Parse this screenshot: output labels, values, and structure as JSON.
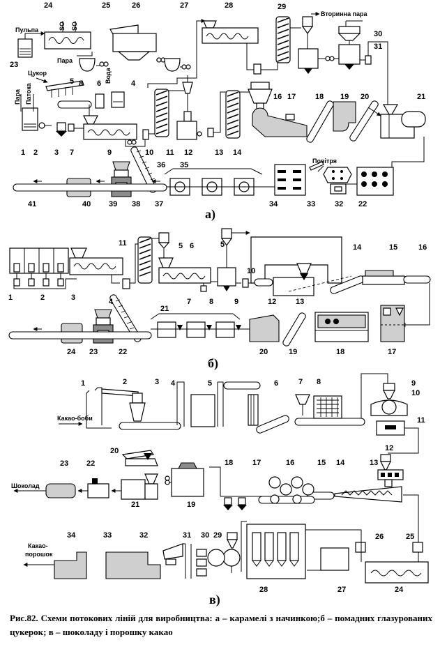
{
  "panels": {
    "a": {
      "letter": "а)"
    },
    "b": {
      "letter": "б)"
    },
    "c": {
      "letter": "в)"
    }
  },
  "labels_a": {
    "pulp": "Пульпа",
    "steam_top": "Пара",
    "so2_1": "SO",
    "so2_2": "SO",
    "sugar": "Цукор",
    "steam_left": "Пара",
    "molasses": "Патока",
    "water": "Вода",
    "secondary_steam": "Вторинна пара",
    "air": "Повітря"
  },
  "labels_c": {
    "cocoa_beans": "Какао-боби",
    "chocolate": "Шоколад",
    "cocoa_powder_1": "Какао-",
    "cocoa_powder_2": "порошок"
  },
  "numbers_a": {
    "n1": "1",
    "n2": "2",
    "n3": "3",
    "n4": "4",
    "n5": "5",
    "n6": "6",
    "n7": "7",
    "n8": "8",
    "n9": "9",
    "n10": "10",
    "n11": "11",
    "n12": "12",
    "n13": "13",
    "n14": "14",
    "n16": "16",
    "n17": "17",
    "n18": "18",
    "n19": "19",
    "n20": "20",
    "n21": "21",
    "n22": "22",
    "n23": "23",
    "n24": "24",
    "n25": "25",
    "n26": "26",
    "n27": "27",
    "n28": "28",
    "n29": "29",
    "n30": "30",
    "n31": "31",
    "n32": "32",
    "n33": "33",
    "n34": "34",
    "n35": "35",
    "n36": "36",
    "n37": "37",
    "n38": "38",
    "n39": "39",
    "n40": "40",
    "n41": "41"
  },
  "numbers_b": {
    "n1": "1",
    "n2": "2",
    "n3": "3",
    "n4": "4",
    "n5a": "5",
    "n5b": "5",
    "n6": "6",
    "n7": "7",
    "n8": "8",
    "n9": "9",
    "n10": "10",
    "n11": "11",
    "n12": "12",
    "n13": "13",
    "n14": "14",
    "n15": "15",
    "n16": "16",
    "n17": "17",
    "n18": "18",
    "n19": "19",
    "n20": "20",
    "n21": "21",
    "n22": "22",
    "n23": "23",
    "n24": "24"
  },
  "numbers_c": {
    "n1": "1",
    "n2": "2",
    "n3": "3",
    "n4": "4",
    "n5": "5",
    "n6": "6",
    "n7": "7",
    "n8": "8",
    "n9": "9",
    "n10": "10",
    "n11": "11",
    "n12": "12",
    "n13": "13",
    "n14": "14",
    "n15": "15",
    "n16": "16",
    "n17": "17",
    "n18": "18",
    "n19": "19",
    "n20": "20",
    "n21": "21",
    "n22": "22",
    "n23": "23",
    "n24": "24",
    "n25": "25",
    "n26": "26",
    "n27": "27",
    "n28": "28",
    "n29": "29",
    "n30": "30",
    "n31": "31",
    "n32": "32",
    "n33": "33",
    "n34": "34"
  },
  "caption": "Рис.82. Схеми потокових ліній для виробництва: а – карамелі з начинкою;б – помадних глазурованих цукерок; в – шоколаду і порошку какао"
}
